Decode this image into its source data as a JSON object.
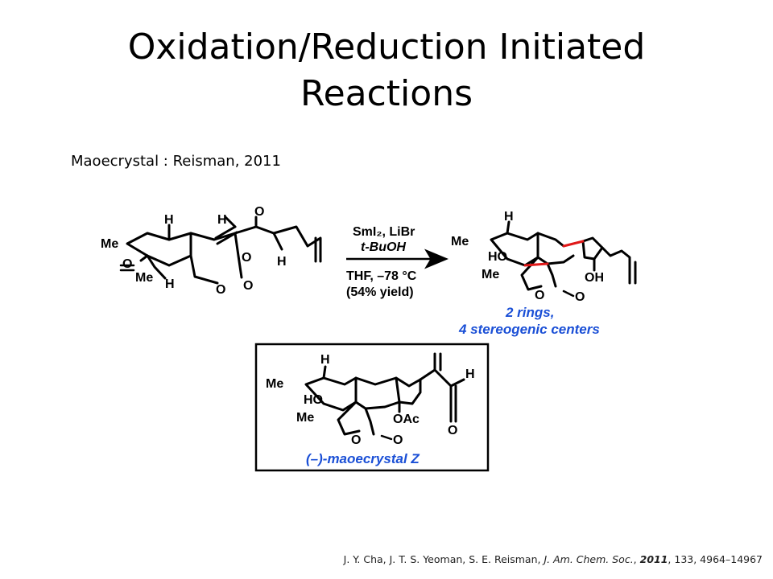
{
  "slide": {
    "title_line1": "Oxidation/Reduction Initiated",
    "title_line2": "Reactions",
    "subtitle": "Maoecrystal : Reisman, 2011"
  },
  "scheme": {
    "reagent_line1": "SmI₂, LiBr",
    "reagent_line2": "t-BuOH",
    "condition_line1": "THF, –78 °C",
    "condition_line2": "(54% yield)",
    "result_line1": "2 rings,",
    "result_line2": "4 stereogenic centers",
    "product_name": "(–)-maoecrystal Z",
    "highlight_color": "#1a4fd6",
    "new_bond_color": "#e01818",
    "sm_labels": {
      "me1": "Me",
      "me2": "Me",
      "h1": "H",
      "h2": "H",
      "h3": "H",
      "h4": "H",
      "o1": "O",
      "o2": "O",
      "o3": "O",
      "o4": "O",
      "o5": "O"
    },
    "p_labels": {
      "h": "H",
      "me1": "Me",
      "me2": "Me",
      "ho": "HO",
      "oh": "OH",
      "o1": "O",
      "o2": "O"
    },
    "z_labels": {
      "h1": "H",
      "h2": "H",
      "me1": "Me",
      "me2": "Me",
      "ho": "HO",
      "oac": "OAc",
      "o1": "O",
      "o2": "O",
      "o3": "O"
    }
  },
  "reference": {
    "authors": "J. Y. Cha, J. T. S. Yeoman, S. E. Reisman, ",
    "journal": "J. Am. Chem. Soc.",
    "year": "2011",
    "details": ", 133, 4964–14967"
  }
}
